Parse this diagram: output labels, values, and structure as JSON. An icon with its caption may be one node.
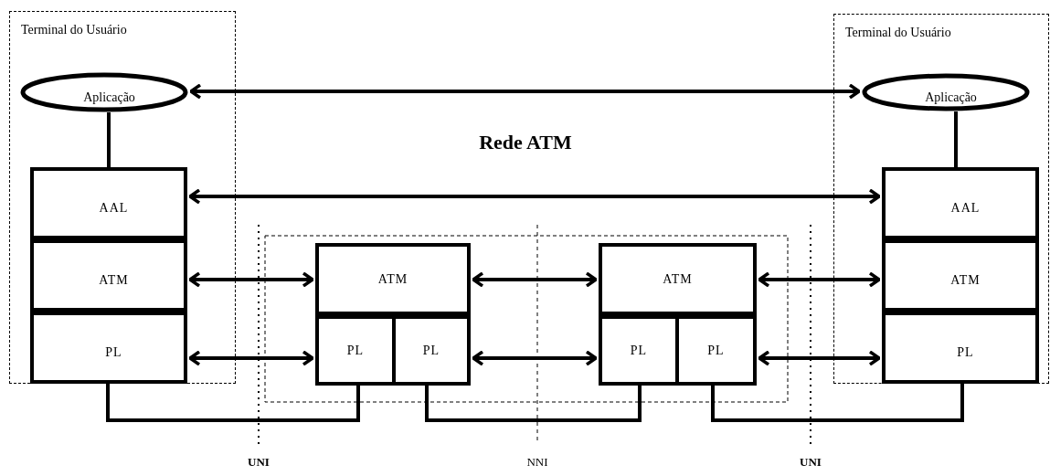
{
  "diagram": {
    "title": "Rede ATM",
    "nodes": [
      {
        "text": [
          "Terminal do Usuário"
        ]
      },
      {
        "text": [
          "Aplicação"
        ],
        "in": 0
      },
      {
        "text": [
          "AAL"
        ],
        "in": 0
      },
      {
        "text": [
          "ATM"
        ],
        "in": 0
      },
      {
        "text": [
          "PL"
        ],
        "in": 0
      },
      {
        "text": [
          "ATM"
        ]
      },
      {
        "text": [
          "PL"
        ]
      },
      {
        "text": [
          "PL"
        ]
      },
      {
        "text": [
          "ATM"
        ]
      },
      {
        "text": [
          "PL"
        ]
      },
      {
        "text": [
          "PL"
        ]
      },
      {
        "text": [
          "Terminal do Usuário"
        ]
      },
      {
        "text": [
          "Aplicação"
        ],
        "in": 11
      },
      {
        "text": [
          "AAL"
        ],
        "in": 11
      },
      {
        "text": [
          "ATM"
        ],
        "in": 11
      },
      {
        "text": [
          "PL"
        ],
        "in": 11
      }
    ],
    "edges": [
      {
        "from": 1,
        "to": 12,
        "arrow": "both"
      },
      {
        "from": 1,
        "to": 2,
        "arrow": "none"
      },
      {
        "from": 12,
        "to": 13,
        "arrow": "none"
      },
      {
        "from": 2,
        "to": 13,
        "arrow": "both"
      },
      {
        "from": 3,
        "to": 5,
        "arrow": "both"
      },
      {
        "from": 4,
        "to": 6,
        "arrow": "both"
      },
      {
        "from": 5,
        "to": 8,
        "arrow": "both"
      },
      {
        "from": 7,
        "to": 9,
        "arrow": "both"
      },
      {
        "from": 8,
        "to": 14,
        "arrow": "both"
      },
      {
        "from": 10,
        "to": 15,
        "arrow": "both"
      },
      {
        "from": 4,
        "to": 6,
        "arrow": "none"
      },
      {
        "from": 7,
        "to": 9,
        "arrow": "none"
      },
      {
        "from": 10,
        "to": 15,
        "arrow": "none"
      }
    ],
    "labels": [
      "UNI",
      "NNI",
      "UNI"
    ]
  }
}
